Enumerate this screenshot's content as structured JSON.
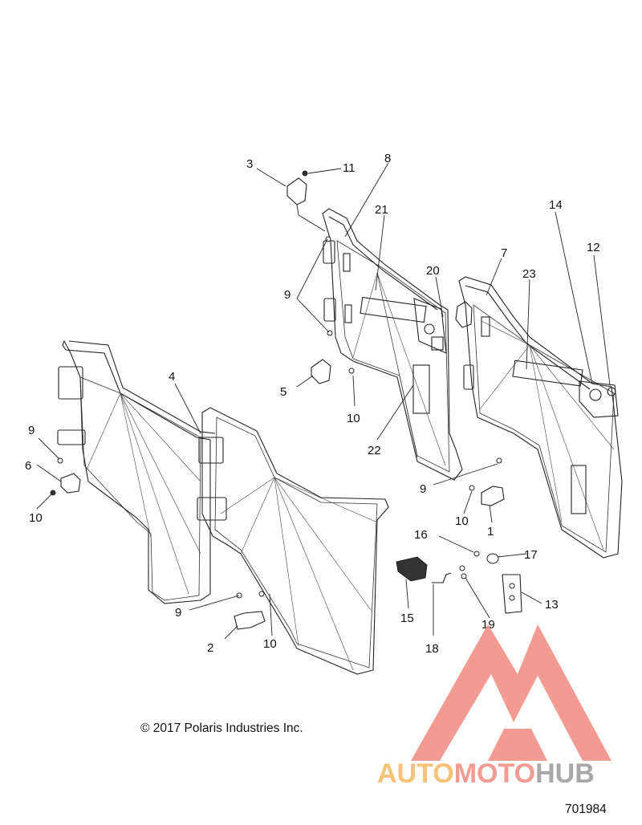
{
  "diagram": {
    "callouts": [
      "3",
      "11",
      "8",
      "21",
      "20",
      "7",
      "14",
      "12",
      "23",
      "9",
      "5",
      "10",
      "22",
      "4",
      "9",
      "6",
      "10",
      "9",
      "10",
      "1",
      "16",
      "17",
      "15",
      "13",
      "19",
      "18",
      "9",
      "2",
      "10"
    ],
    "copyright": "© 2017 Polaris Industries Inc.",
    "document_number": "701984"
  },
  "watermark": {
    "brand_part1": "AUTO",
    "brand_part2": "MOTO",
    "brand_part3": "HUB",
    "colors": {
      "triangle": "#f08a80",
      "auto": "#f4b860",
      "moto": "#f08a80",
      "hub": "#9a9a9a"
    }
  }
}
